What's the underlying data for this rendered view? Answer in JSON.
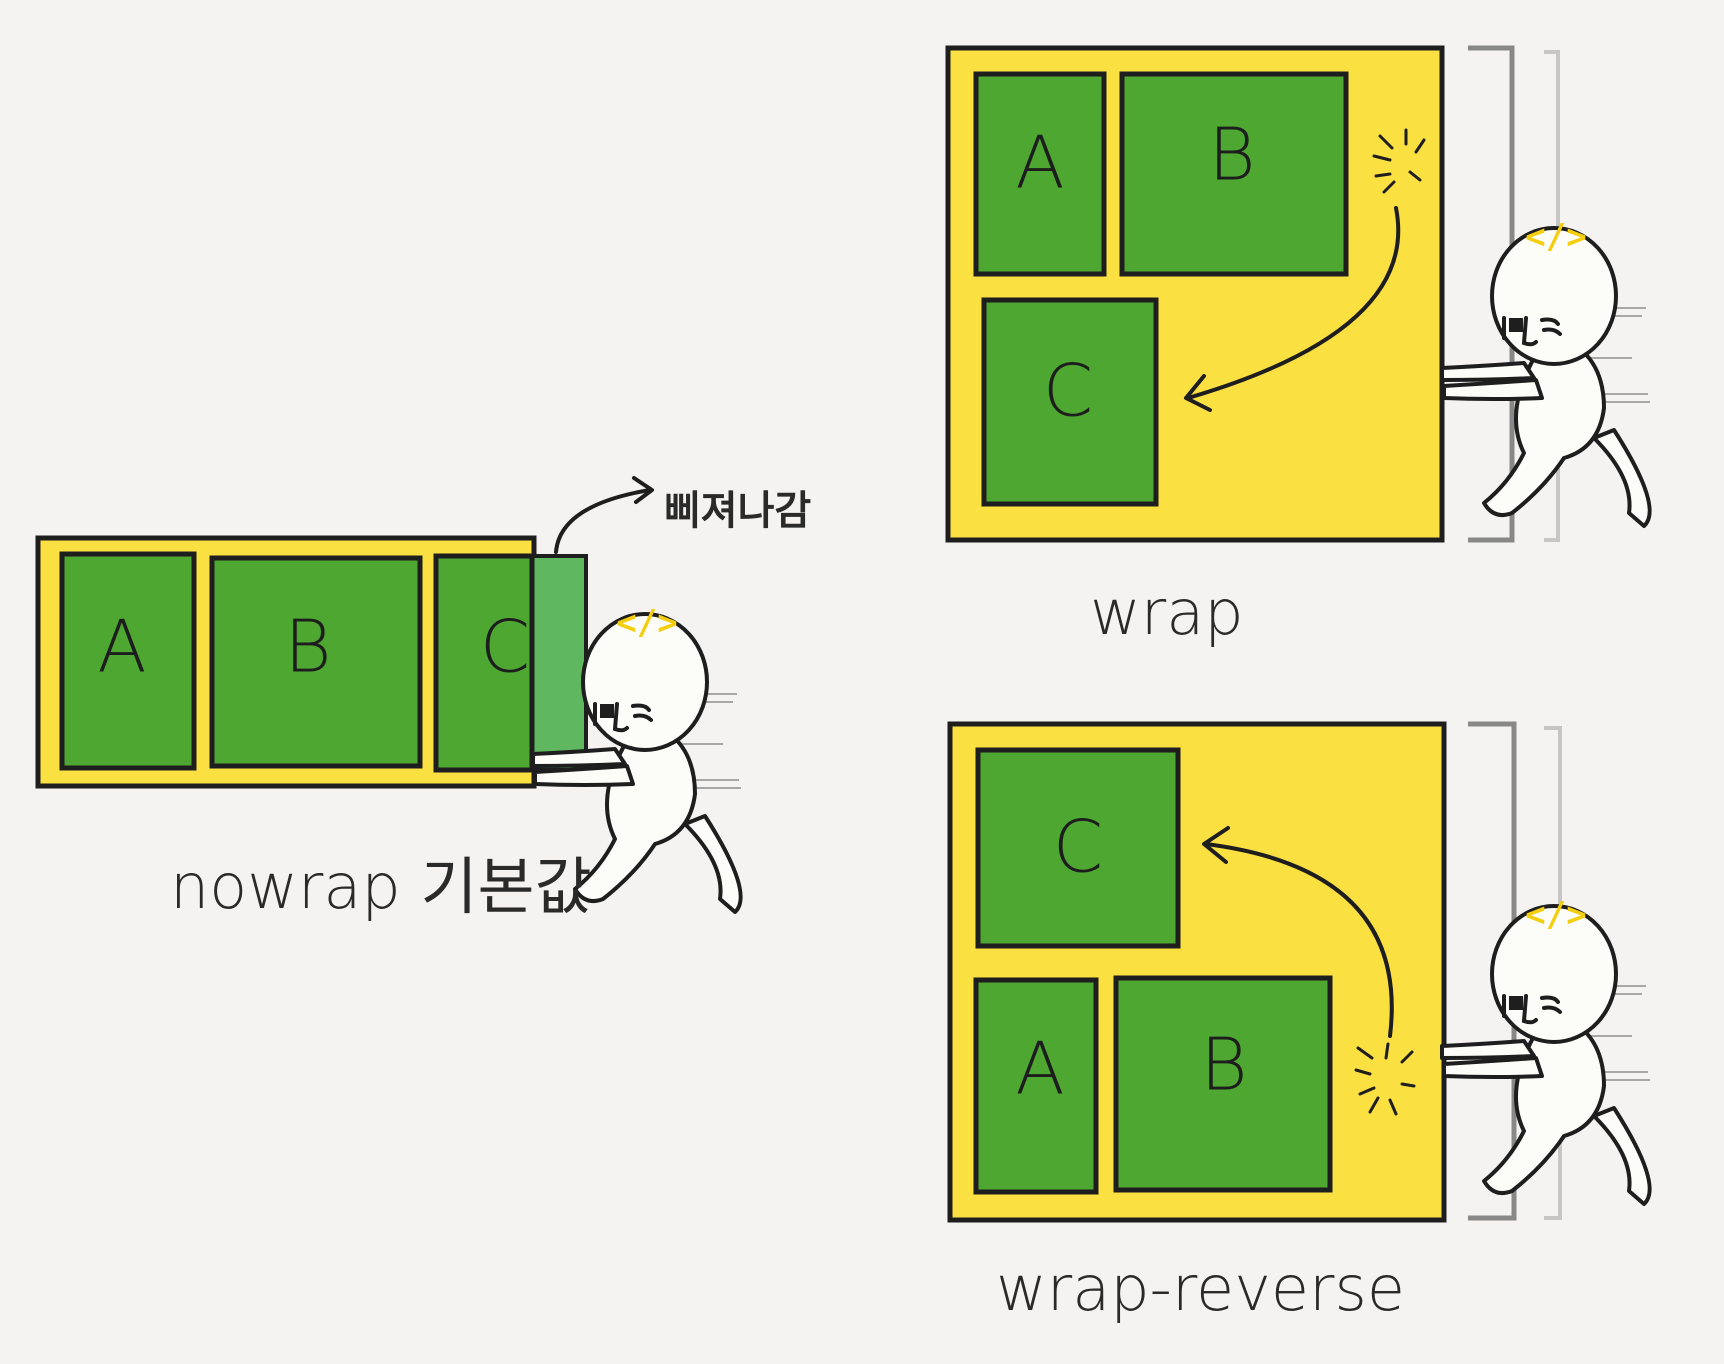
{
  "colors": {
    "background": "#f4f3f1",
    "container": "#fbe042",
    "item": "#4da731",
    "item_overflow": "#5fb760",
    "stroke": "#1e1e1e",
    "tag": "#f4cf10"
  },
  "nowrap": {
    "items": [
      "A",
      "B",
      "C"
    ],
    "caption": "nowrap 기본값",
    "overflow_note": "삐져나감"
  },
  "wrap": {
    "items": [
      "A",
      "B",
      "C"
    ],
    "caption": "wrap"
  },
  "wrap_reverse": {
    "items": [
      "C",
      "A",
      "B"
    ],
    "caption": "wrap-reverse"
  },
  "character": {
    "tag": "</>"
  }
}
